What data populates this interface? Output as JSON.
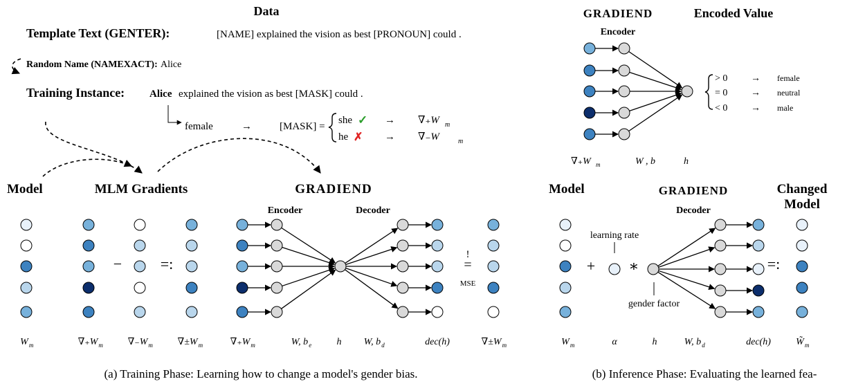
{
  "colors": {
    "c0": "#e8f1fa",
    "c1": "#b9d6ec",
    "c2": "#77b1db",
    "c3": "#3d82c0",
    "c4": "#0c2e6c",
    "white": "#ffffff",
    "gray": "#d9d9d9",
    "green": "#2a9d2a",
    "red": "#e02424"
  },
  "data_section": {
    "title": "Data",
    "template_label": "Template Text (GENTER):",
    "template_value": "[NAME] explained the vision as best [PRONOUN] could .",
    "name_label": "Random Name (NAMEXACT):",
    "name_value": "Alice",
    "instance_label": "Training Instance:",
    "instance_name": "Alice",
    "instance_rest": "explained the vision as best [MASK] could .",
    "female": "female",
    "arrow": "→",
    "mask_eq": "[MASK] =",
    "she": "she",
    "he": "he",
    "check": "✓",
    "cross": "✗",
    "grad_plus": "∇₊W",
    "grad_minus": "∇₋W",
    "sub_m": "m"
  },
  "training": {
    "model": "Model",
    "mlm_gradients": "MLM Gradients",
    "gradiend": "GRADIEND",
    "encoder": "Encoder",
    "decoder": "Decoder",
    "minus_sign": "−",
    "def_eq": "=:",
    "bang": "!",
    "eq": "=",
    "mse": "MSE",
    "labels": [
      "W",
      "∇₊W",
      "∇₋W",
      "∇±W",
      "∇₊W",
      "W",
      ", b",
      "h",
      "W",
      ", b",
      "dec(h)",
      "∇±W"
    ],
    "caption": "(a) Training Phase: Learning how to change a model's gender bias."
  },
  "encoded": {
    "gradiend": "GRADIEND",
    "encoder": "Encoder",
    "title": "Encoded Value",
    "gt": "> 0",
    "eqz": "= 0",
    "lt": "< 0",
    "arrow": "→",
    "female": "female",
    "neutral": "neutral",
    "male": "male",
    "label_grad": "∇₊W",
    "label_we": "W",
    "label_be": ", b",
    "label_h": "h"
  },
  "inference": {
    "model": "Model",
    "gradiend": "GRADIEND",
    "decoder": "Decoder",
    "changed": "Changed",
    "changed2": "Model",
    "learning_rate": "learning rate",
    "gender_factor": "gender factor",
    "plus": "+",
    "star": "∗",
    "def_eq": "=:",
    "labels": [
      "W",
      "α",
      "h",
      "W",
      ", b",
      "dec(h)",
      "W̃"
    ],
    "caption": "(b) Inference Phase: Evaluating the learned fea-"
  }
}
